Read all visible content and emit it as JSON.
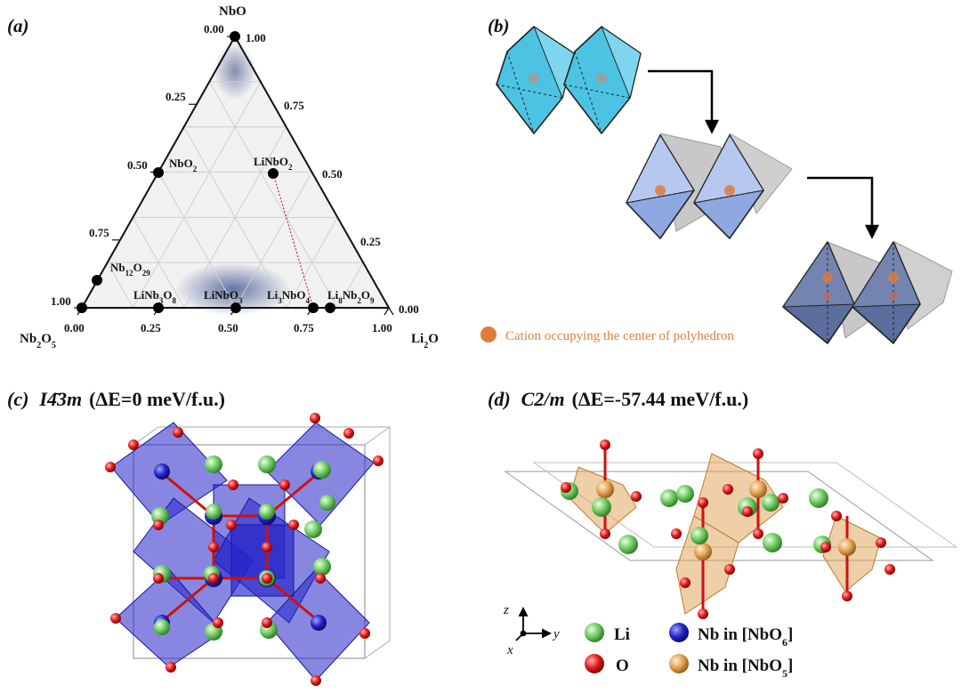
{
  "panels": {
    "a": "(a)",
    "b": "(b)",
    "c": "(c)",
    "d": "(d)"
  },
  "ternary": {
    "corners": {
      "top": "NbO",
      "left": "Nb2O5",
      "right": "Li2O"
    },
    "bottom_ticks": [
      "0.00",
      "0.25",
      "0.50",
      "0.75",
      "1.00"
    ],
    "left_ticks": [
      "0.00",
      "0.25",
      "0.50",
      "0.75",
      "1.00"
    ],
    "right_ticks": [
      "1.00",
      "0.75",
      "0.50",
      "0.25",
      "0.00"
    ],
    "compounds": [
      "NbO2",
      "LiNbO2",
      "Nb12O29",
      "LiNb3O8",
      "LiNbO3",
      "Li3NbO4",
      "Li8Nb2O9"
    ]
  },
  "panel_b": {
    "legend": "Cation occupying the center of polyhedron",
    "colors": {
      "cation": "#e07a3a",
      "stage1": "#4cc3e3",
      "stage2": "#8fa8e2",
      "stage3": "#5b6f9e"
    }
  },
  "panel_c": {
    "space_group": "I4̄3m",
    "energy": "(ΔE=0 meV/f.u.)"
  },
  "panel_d": {
    "space_group": "C2/m",
    "energy": "(ΔE=-57.44 meV/f.u.)"
  },
  "legend": {
    "axes": {
      "z": "z",
      "y": "y",
      "x": "x"
    },
    "items": [
      {
        "label": "Li",
        "color": "#4caf50"
      },
      {
        "label": "Nb in [NbO6]",
        "color": "#1a1aa8"
      },
      {
        "label": "O",
        "color": "#d01010"
      },
      {
        "label": "Nb in [NbO5]",
        "color": "#d49a4a"
      }
    ]
  }
}
